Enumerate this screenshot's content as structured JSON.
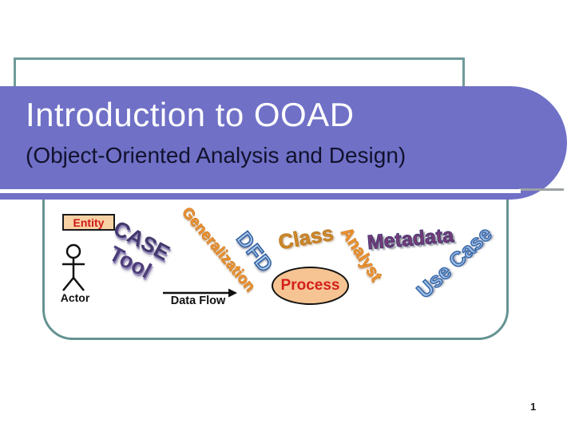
{
  "slide": {
    "title": "Introduction to OOAD",
    "subtitle": "(Object-Oriented Analysis and Design)",
    "page_number": "1"
  },
  "colors": {
    "banner_purple": "#6f70c6",
    "frame_teal": "#6f9b99",
    "content_frame_teal": "#649391",
    "title_text": "#ffffff",
    "subtitle_text": "#12122e",
    "entity_red": "#d01818",
    "process_red": "#d41f1f",
    "peach_fill": "#f6c492",
    "case_tool_purple": "#443a6d",
    "orange_terms": "#ef9430",
    "class_brown": "#cf8826",
    "metadata_purple": "#7c3a77",
    "light_blue_terms": "#9fc0e8",
    "blue_outline": "#2f5f9f"
  },
  "diagram": {
    "entity": "Entity",
    "actor": "Actor",
    "case_word1": "CASE",
    "case_word2": "Tool",
    "generalization": "Generalization",
    "dfd": "DFD",
    "class_term": "Class",
    "analyst": "Analyst",
    "metadata": "Metadata",
    "use_case": "Use Case",
    "data_flow": "Data Flow",
    "process": "Process"
  }
}
